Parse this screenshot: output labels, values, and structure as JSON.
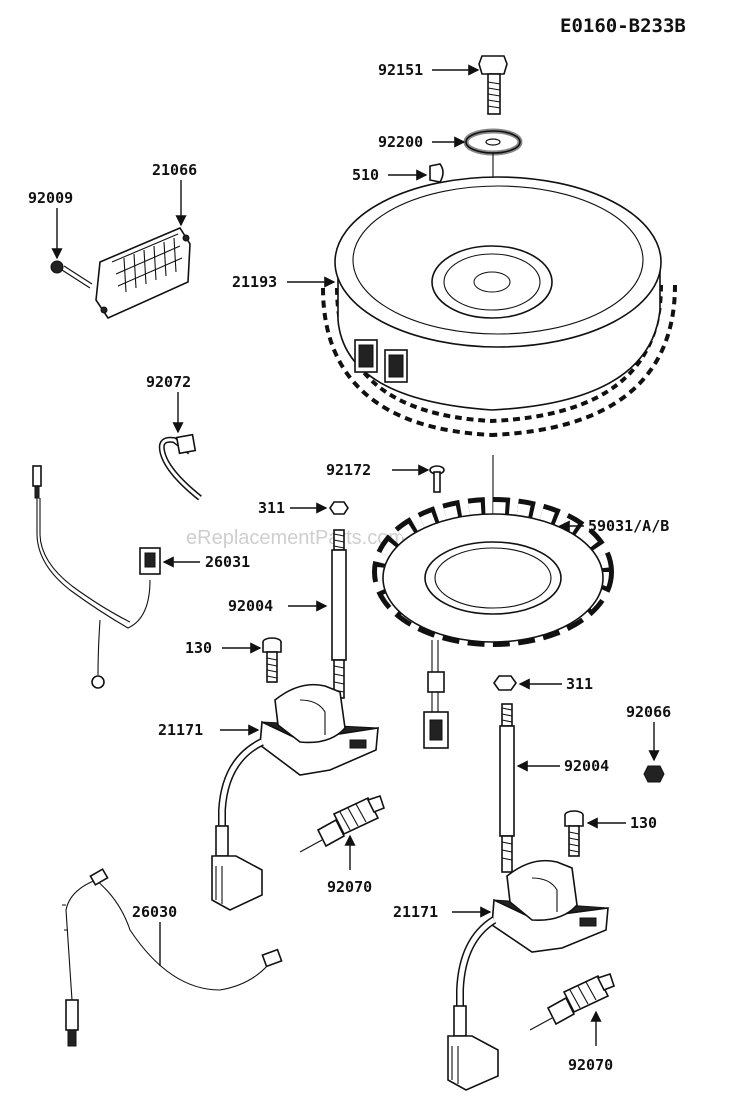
{
  "diagram": {
    "code": "E0160-B233B",
    "watermark": "eReplacementParts.com"
  },
  "callouts": {
    "c92151": "92151",
    "c92200": "92200",
    "c510": "510",
    "c21066": "21066",
    "c92009": "92009",
    "c21193": "21193",
    "c92072": "92072",
    "c92172": "92172",
    "c311a": "311",
    "c59031": "59031/A/B",
    "c26031": "26031",
    "c92004a": "92004",
    "c130a": "130",
    "c311b": "311",
    "c92066": "92066",
    "c21171a": "21171",
    "c92004b": "92004",
    "c130b": "130",
    "c92070a": "92070",
    "c26030": "26030",
    "c21171b": "21171",
    "c92070b": "92070"
  }
}
